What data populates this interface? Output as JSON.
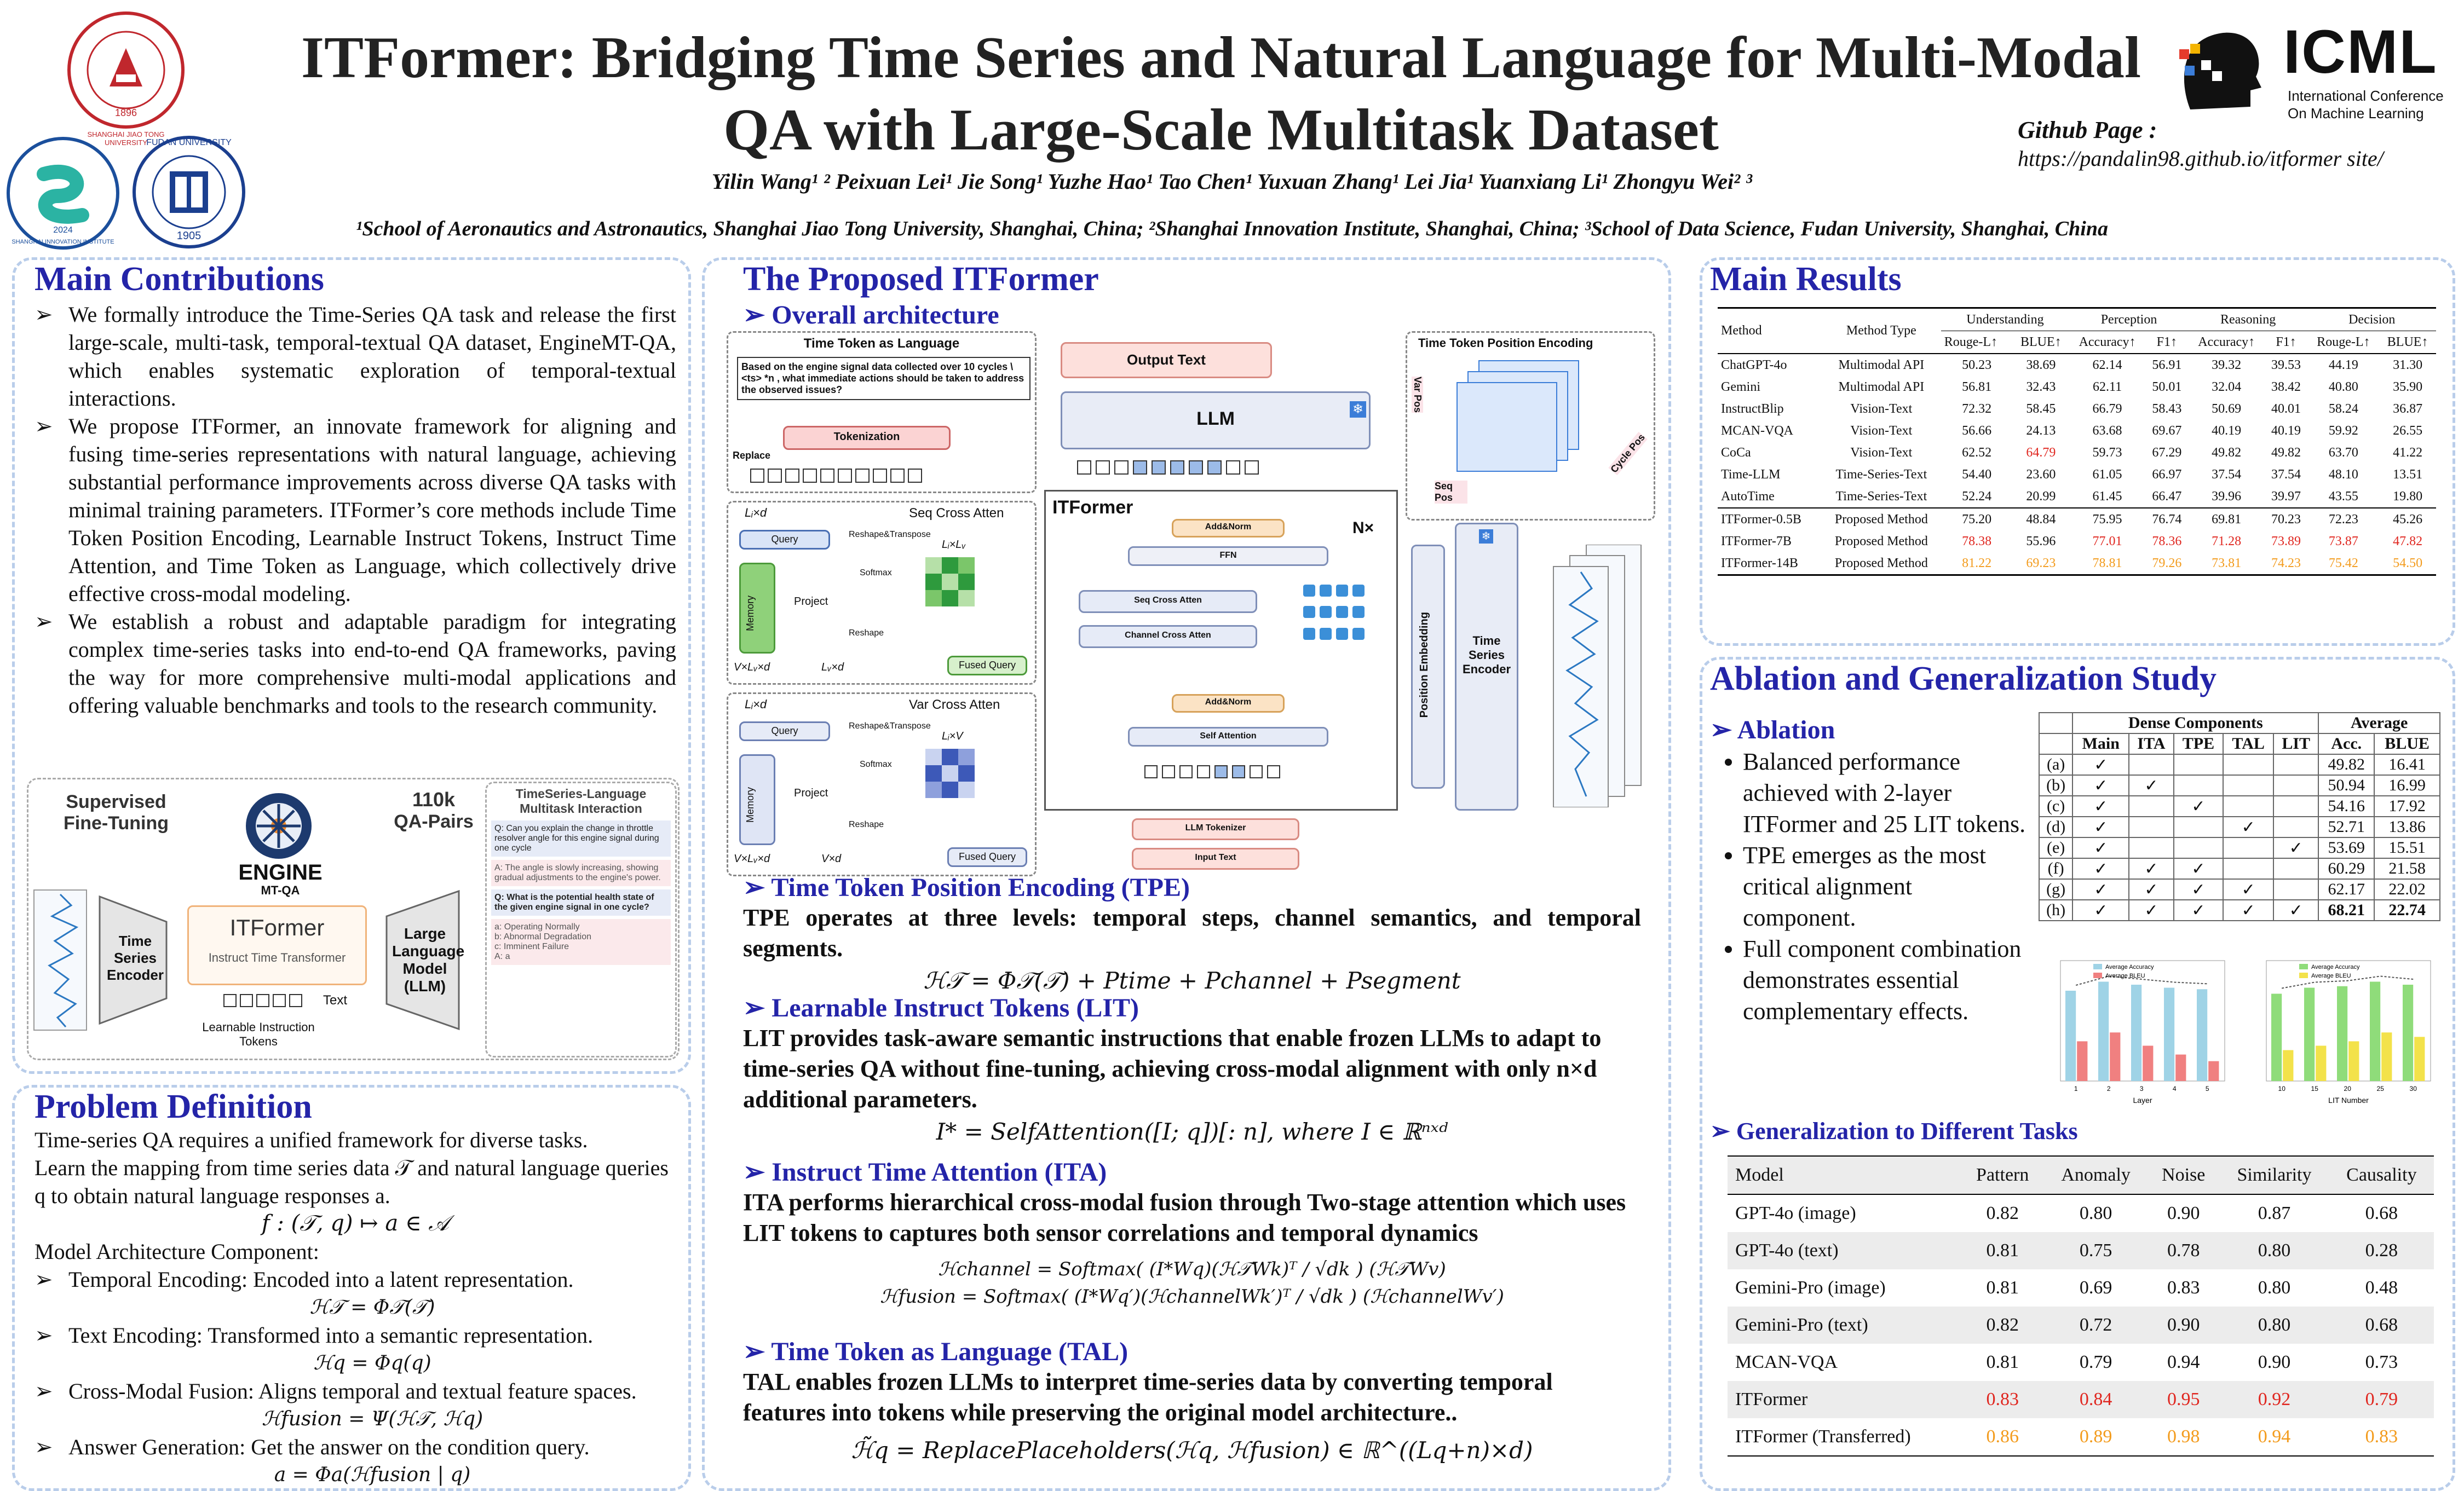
{
  "header": {
    "title_line1": "ITFormer: Bridging Time Series and Natural Language for Multi-Modal",
    "title_line2": "QA with Large-Scale Multitask Dataset",
    "authors": "Yilin Wang¹ ² Peixuan Lei¹ Jie Song¹ Yuzhe Hao¹ Tao Chen¹ Yuxuan Zhang¹ Lei Jia¹ Yuanxiang Li¹ Zhongyu Wei² ³",
    "affiliations": "¹School of Aeronautics and Astronautics, Shanghai Jiao Tong University, Shanghai, China; ²Shanghai Innovation Institute, Shanghai, China; ³School of Data Science, Fudan University, Shanghai, China",
    "github_label": "Github Page :",
    "github_url": "https://pandalin98.github.io/itformer site/",
    "conf_name": "ICML",
    "conf_full1": "International Conference",
    "conf_full2": "On Machine Learning",
    "logo1_text": "SHANGHAI JIAO TONG UNIVERSITY",
    "logo1_year": "1896",
    "logo2_text": "SHANGHAI INNOVATION INSTITUTE",
    "logo2_year": "2024",
    "logo3_text": "FUDAN UNIVERSITY",
    "logo3_year": "1905"
  },
  "contributions": {
    "title": "Main Contributions",
    "items": [
      "We formally introduce the Time-Series QA task and release the first large-scale, multi-task, temporal-textual QA dataset, EngineMT-QA, which enables systematic exploration of temporal-textual interactions.",
      "We propose ITFormer, an innovate framework for aligning and fusing time-series representations with natural language, achieving substantial performance improvements across diverse QA tasks with minimal training parameters. ITFormer’s core methods include Time Token Position Encoding, Learnable Instruct Tokens, Instruct Time Attention, and Time Token as Language, which collectively drive effective cross-modal modeling.",
      "We establish a robust and adaptable paradigm for integrating complex time-series tasks into end-to-end QA frameworks, paving the way for more comprehensive multi-modal applications and offering valuable benchmarks and tools to the research community."
    ],
    "fig": {
      "sft": "Supervised Fine-Tuning",
      "pairs_num": "110k",
      "pairs_label": "QA-Pairs",
      "engine": "ENGINE",
      "engine_sub": "MT-QA",
      "ts_encoder": "Time Series Encoder",
      "itformer": "ITFormer",
      "itformer_sub": "Instruct Time Transformer",
      "llm": "Large Language Model (LLM)",
      "text": "Text",
      "lit": "Learnable Instruction Tokens",
      "mt_title": "TimeSeries-Language Multitask Interaction",
      "q1": "Q: Can you explain the change in throttle resolver angle for this engine signal during one cycle",
      "a1": "A: The angle is slowly increasing, showing gradual adjustments to the engine's power.",
      "q2": "Q: What is the potential health state of the given engine signal in one cycle?",
      "opts": [
        "a: Operating Normally",
        "b: Abnormal Degradation",
        "c: Imminent Failure",
        "A: a"
      ]
    }
  },
  "problem": {
    "title": "Problem Definition",
    "intro1": "Time-series QA requires a unified framework for diverse tasks.",
    "intro2": "Learn the mapping from time series data 𝒯 and natural language queries q to obtain natural language responses a.",
    "eq_map": "f : (𝒯, q) ↦ a ∈ 𝒜",
    "component_title": "Model Architecture Component:",
    "items": [
      {
        "text": "Temporal Encoding: Encoded into a latent representation.",
        "eq": "ℋ𝒯 = Φ𝒯(𝒯)"
      },
      {
        "text": "Text Encoding: Transformed into a semantic representation.",
        "eq": "ℋq = Φq(q)"
      },
      {
        "text": "Cross-Modal Fusion: Aligns temporal and textual feature spaces.",
        "eq": "ℋfusion = Ψ(ℋ𝒯, ℋq)"
      },
      {
        "text": "Answer Generation: Get the answer on the condition query.",
        "eq": "a = Φa(ℋfusion | q)"
      }
    ]
  },
  "proposed": {
    "title": "The Proposed ITFormer",
    "overall": "Overall architecture",
    "fig": {
      "ttal_title": "Time Token as Language",
      "ttal_text": "Based on the engine signal data collected over 10 cycles \\<ts> *n , what immediate actions should be taken to address the observed issues?",
      "tokenization": "Tokenization",
      "replace": "Replace",
      "output_text": "Output Text",
      "llm": "LLM",
      "itformer": "ITFormer",
      "nx": "N×",
      "addnorm": "Add&Norm",
      "ffn": "FFN",
      "seq_cross": "Seq Cross Atten",
      "chan_cross": "Channel Cross Atten",
      "self_atten": "Self Attention",
      "llm_tok": "LLM Tokenizer",
      "input_text": "Input Text",
      "pos_emb": "Position Embedding",
      "ts_enc": "Time Series Encoder",
      "ttpe": "Time Token Position Encoding",
      "var_pos": "Var Pos",
      "seq_pos": "Seq Pos",
      "cycle_pos": "Cycle Pos",
      "seq_cross_title": "Seq Cross Atten",
      "var_cross_title": "Var Cross Atten",
      "query": "Query",
      "memory": "Memory",
      "project": "Project",
      "reshape": "Reshape",
      "reshape_t": "Reshape&Transpose",
      "softmax": "Softmax",
      "fused_query": "Fused Query",
      "dims": [
        "Lᵢ×d",
        "Lᵢ×Lᵥ",
        "V×Lᵥ×d",
        "Lᵥ×d",
        "Lᵢ×d",
        "Lᵢ×V",
        "V×d"
      ]
    },
    "tpe_title": "Time Token Position Encoding (TPE)",
    "tpe_text": "TPE operates at three levels: temporal steps, channel semantics, and temporal segments.",
    "tpe_eq": "ℋ𝒯 = Φ𝒯(𝒯) + Ptime + Pchannel + Psegment",
    "lit_title": "Learnable Instruct Tokens (LIT)",
    "lit_text": "LIT provides task-aware semantic instructions that enable frozen LLMs to adapt to time-series QA without fine-tuning, achieving cross-modal alignment with only n×d additional parameters.",
    "lit_eq": "I* = SelfAttention([I; q])[: n],   where   I ∈ ℝⁿˣᵈ",
    "ita_title": "Instruct Time Attention (ITA)",
    "ita_text": "ITA performs hierarchical cross-modal fusion through Two-stage attention which uses LIT tokens to captures both sensor correlations and temporal dynamics",
    "ita_eq1": "ℋchannel = Softmax( (I*Wq)(ℋ𝒯Wk)ᵀ / √dk ) (ℋ𝒯Wv)",
    "ita_eq2": "ℋfusion = Softmax( (I*Wq′)(ℋchannelWk′)ᵀ / √dk ) (ℋchannelWv′)",
    "tal_title": "Time Token as Language (TAL)",
    "tal_text": "TAL enables frozen LLMs to interpret time-series data by converting temporal features into tokens while preserving the original model architecture..",
    "tal_eq": "ℋ̃q = ReplacePlaceholders(ℋq, ℋfusion) ∈ ℝ^((Lq+n)×d)"
  },
  "results": {
    "title": "Main Results",
    "groups": [
      "Understanding",
      "Perception",
      "Reasoning",
      "Decision"
    ],
    "headers": [
      "Method",
      "Method Type",
      "Rouge-L↑",
      "BLUE↑",
      "Accuracy↑",
      "F1↑",
      "Accuracy↑",
      "F1↑",
      "Rouge-L↑",
      "BLUE↑"
    ],
    "rows": [
      {
        "cells": [
          "ChatGPT-4o",
          "Multimodal API",
          "50.23",
          "38.69",
          "62.14",
          "56.91",
          "39.32",
          "39.53",
          "44.19",
          "31.30"
        ]
      },
      {
        "cells": [
          "Gemini",
          "Multimodal API",
          "56.81",
          "32.43",
          "62.11",
          "50.01",
          "32.04",
          "38.42",
          "40.80",
          "35.90"
        ]
      },
      {
        "cells": [
          "InstructBlip",
          "Vision-Text",
          "72.32",
          "58.45",
          "66.79",
          "58.43",
          "50.69",
          "40.01",
          "58.24",
          "36.87"
        ]
      },
      {
        "cells": [
          "MCAN-VQA",
          "Vision-Text",
          "56.66",
          "24.13",
          "63.68",
          "69.67",
          "40.19",
          "40.19",
          "59.92",
          "26.55"
        ]
      },
      {
        "cells": [
          "CoCa",
          "Vision-Text",
          "62.52",
          "64.79",
          "59.73",
          "67.29",
          "49.82",
          "49.82",
          "63.70",
          "41.22"
        ]
      },
      {
        "cells": [
          "Time-LLM",
          "Time-Series-Text",
          "54.40",
          "23.60",
          "61.05",
          "66.97",
          "37.54",
          "37.54",
          "48.10",
          "13.51"
        ]
      },
      {
        "cells": [
          "AutoTime",
          "Time-Series-Text",
          "52.24",
          "20.99",
          "61.45",
          "66.47",
          "39.96",
          "39.97",
          "43.55",
          "19.80"
        ]
      },
      {
        "cells": [
          "ITFormer-0.5B",
          "Proposed Method",
          "75.20",
          "48.84",
          "75.95",
          "76.74",
          "69.81",
          "70.23",
          "72.23",
          "45.26"
        ]
      },
      {
        "cells": [
          "ITFormer-7B",
          "Proposed Method",
          "78.38",
          "55.96",
          "77.01",
          "78.36",
          "71.28",
          "73.89",
          "73.87",
          "47.82"
        ]
      },
      {
        "cells": [
          "ITFormer-14B",
          "Proposed Method",
          "81.22",
          "69.23",
          "78.81",
          "79.26",
          "73.81",
          "74.23",
          "75.42",
          "54.50"
        ]
      }
    ]
  },
  "ablation": {
    "title": "Ablation and Generalization Study",
    "sub": "Ablation",
    "bullets": [
      "Balanced performance achieved with 2-layer ITFormer and 25 LIT tokens.",
      "TPE emerges as the most critical alignment component.",
      "Full component combination demonstrates essential complementary effects."
    ],
    "table_group1": "Dense Components",
    "table_group2": "Average",
    "table_headers": [
      "",
      "Main",
      "ITA",
      "TPE",
      "TAL",
      "LIT",
      "Acc.",
      "BLUE"
    ],
    "table_rows": [
      [
        "(a)",
        "✓",
        "",
        "",
        "",
        "",
        "49.82",
        "16.41"
      ],
      [
        "(b)",
        "✓",
        "✓",
        "",
        "",
        "",
        "50.94",
        "16.99"
      ],
      [
        "(c)",
        "✓",
        "",
        "✓",
        "",
        "",
        "54.16",
        "17.92"
      ],
      [
        "(d)",
        "✓",
        "",
        "",
        "✓",
        "",
        "52.71",
        "13.86"
      ],
      [
        "(e)",
        "✓",
        "",
        "",
        "",
        "✓",
        "53.69",
        "15.51"
      ],
      [
        "(f)",
        "✓",
        "✓",
        "✓",
        "",
        "",
        "60.29",
        "21.58"
      ],
      [
        "(g)",
        "✓",
        "✓",
        "✓",
        "✓",
        "",
        "62.17",
        "22.02"
      ],
      [
        "(h)",
        "✓",
        "✓",
        "✓",
        "✓",
        "✓",
        "68.21",
        "22.74"
      ]
    ],
    "chart_legend": [
      "Average Accuracy",
      "Average BLEU"
    ],
    "chart1_xlabel": "Layer",
    "chart2_xlabel": "LIT Number",
    "gen_sub": "Generalization to Different Tasks",
    "gen_headers": [
      "Model",
      "Pattern",
      "Anomaly",
      "Noise",
      "Similarity",
      "Causality"
    ],
    "gen_rows": [
      [
        "GPT-4o (image)",
        "0.82",
        "0.80",
        "0.90",
        "0.87",
        "0.68"
      ],
      [
        "GPT-4o (text)",
        "0.81",
        "0.75",
        "0.78",
        "0.80",
        "0.28"
      ],
      [
        "Gemini-Pro (image)",
        "0.81",
        "0.69",
        "0.83",
        "0.80",
        "0.48"
      ],
      [
        "Gemini-Pro (text)",
        "0.82",
        "0.72",
        "0.90",
        "0.80",
        "0.68"
      ],
      [
        "MCAN-VQA",
        "0.81",
        "0.79",
        "0.94",
        "0.90",
        "0.73"
      ],
      [
        "ITFormer",
        "0.83",
        "0.84",
        "0.95",
        "0.92",
        "0.79"
      ],
      [
        "ITFormer (Transferred)",
        "0.86",
        "0.89",
        "0.98",
        "0.94",
        "0.83"
      ]
    ]
  },
  "colors": {
    "title_blue": "#2424a8",
    "panel_border": "#b9cdea",
    "best_red": "#e0261f",
    "best_orange": "#f39b1c",
    "bar_blue": "#9fd3e6",
    "bar_red": "#f08080",
    "bar_green": "#8fdc7a",
    "bar_yellow": "#f3e24a"
  },
  "chart_data": [
    {
      "type": "bar",
      "title": "",
      "xlabel": "Layer",
      "categories": [
        "1",
        "2",
        "3",
        "4",
        "5"
      ],
      "series": [
        {
          "name": "Average Accuracy",
          "values": [
            60,
            66,
            64,
            62,
            61
          ]
        },
        {
          "name": "Average BLEU",
          "values": [
            18,
            22,
            16,
            12,
            9
          ]
        }
      ]
    },
    {
      "type": "bar",
      "title": "",
      "xlabel": "LIT Number",
      "categories": [
        "10",
        "15",
        "20",
        "25",
        "30"
      ],
      "series": [
        {
          "name": "Average Accuracy",
          "values": [
            58,
            62,
            63,
            66,
            64
          ]
        },
        {
          "name": "Average BLEU",
          "values": [
            14,
            16,
            18,
            22,
            20
          ]
        }
      ]
    }
  ]
}
